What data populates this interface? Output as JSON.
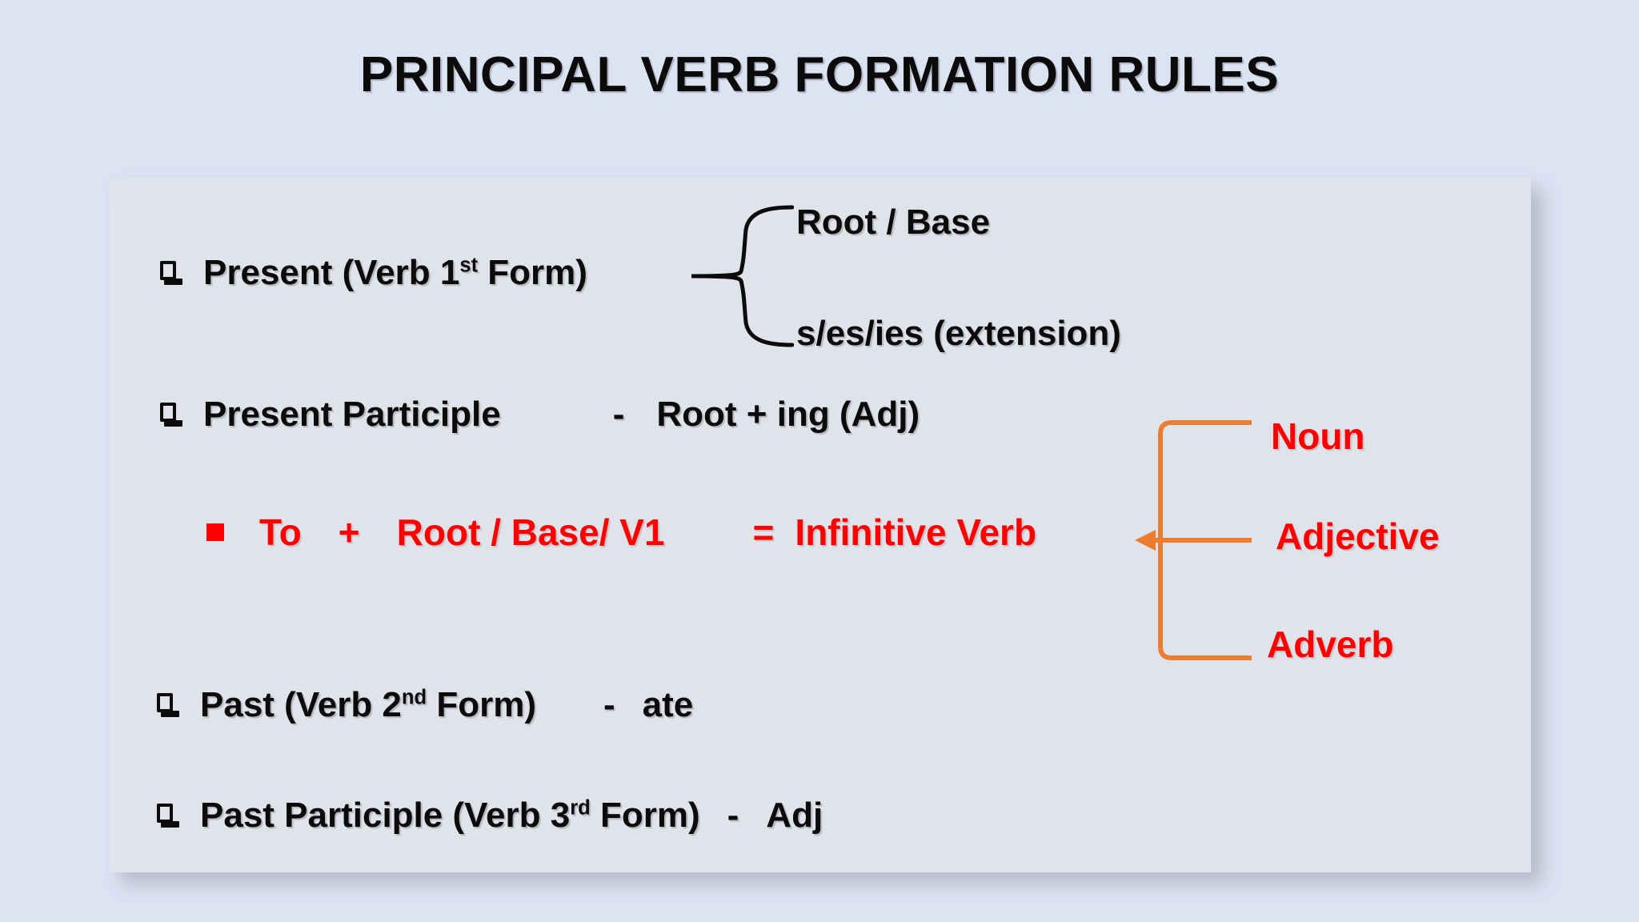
{
  "slide": {
    "title": "PRINCIPAL VERB FORMATION RULES",
    "background_color": "#dce3f3",
    "panel_color": "#e0e3e9"
  },
  "colors": {
    "text_black": "#0b0b0b",
    "red": "#fe0000",
    "orange": "#ed7d31"
  },
  "rows": {
    "present": {
      "label_a": "Present (Verb 1",
      "label_sup": "st",
      "label_b": " Form)",
      "branch_top": "Root / Base",
      "branch_bottom": "s/es/ies (extension)"
    },
    "present_participle": {
      "label": "Present Participle",
      "dash": "-",
      "value": "Root + ing (Adj)"
    },
    "infinitive": {
      "to": "To",
      "plus": "+",
      "root": "Root / Base/ V1",
      "equals": "=",
      "result": "Infinitive Verb"
    },
    "past": {
      "label_a": "Past (Verb 2",
      "label_sup": "nd",
      "label_b": " Form)",
      "dash": "-",
      "value": "ate"
    },
    "past_participle": {
      "label_a": "Past Participle  (Verb 3",
      "label_sup": "rd",
      "label_b": "  Form)",
      "dash": "-",
      "value": "Adj"
    }
  },
  "parts_of_speech": {
    "noun": "Noun",
    "adjective": "Adjective",
    "adverb": "Adverb"
  }
}
